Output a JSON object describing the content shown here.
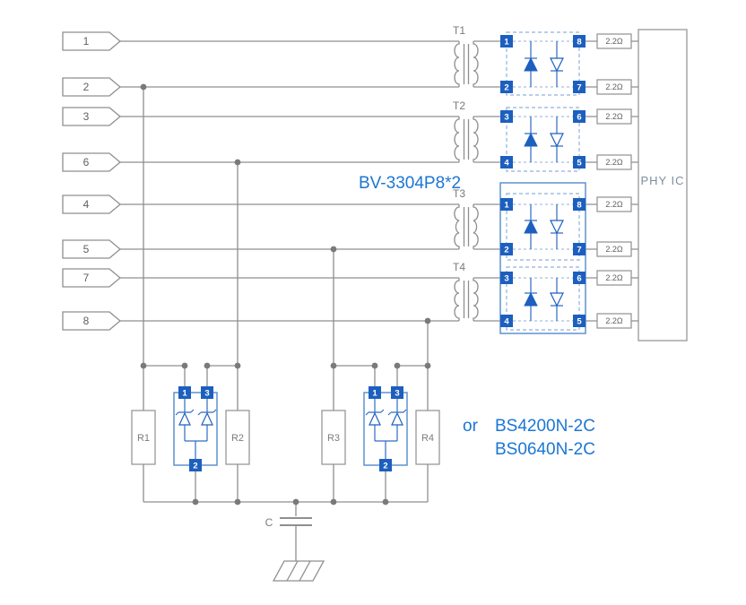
{
  "connectors": [
    "1",
    "2",
    "3",
    "6",
    "4",
    "5",
    "7",
    "8"
  ],
  "transformers": [
    "T1",
    "T2",
    "T3",
    "T4"
  ],
  "protection_ic": {
    "part_label": "BV-3304P8*2",
    "sections": [
      {
        "left_pins": [
          "1",
          "2"
        ],
        "right_pins": [
          "8",
          "7"
        ]
      },
      {
        "left_pins": [
          "3",
          "4"
        ],
        "right_pins": [
          "6",
          "5"
        ]
      },
      {
        "left_pins": [
          "1",
          "2"
        ],
        "right_pins": [
          "8",
          "7"
        ]
      },
      {
        "left_pins": [
          "3",
          "4"
        ],
        "right_pins": [
          "6",
          "5"
        ]
      }
    ]
  },
  "series_resistors": [
    "2.2Ω",
    "2.2Ω",
    "2.2Ω",
    "2.2Ω",
    "2.2Ω",
    "2.2Ω",
    "2.2Ω",
    "2.2Ω"
  ],
  "phy_ic_label": "PHY IC",
  "termination_resistors": [
    "R1",
    "R2",
    "R3",
    "R4"
  ],
  "bottom_protection": {
    "or_label": "or",
    "part_options": [
      "BS4200N-2C",
      "BS0640N-2C"
    ],
    "packages": [
      {
        "top_pins": [
          "1",
          "3"
        ],
        "bottom_pin": "2"
      },
      {
        "top_pins": [
          "1",
          "3"
        ],
        "bottom_pin": "2"
      }
    ]
  },
  "capacitor_label": "C",
  "colors": {
    "accent_blue": "#1d5fbe",
    "part_text_blue": "#1b76d4",
    "wire_gray": "#8f8f8f",
    "label_gray": "#7b7b7b"
  }
}
